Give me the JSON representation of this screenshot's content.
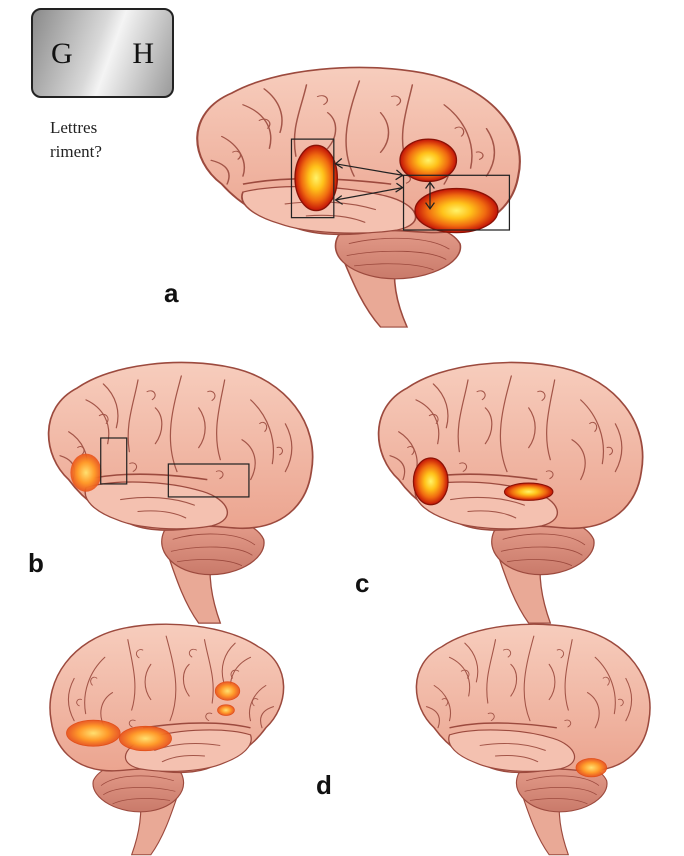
{
  "stimulus": {
    "letter_left": "G",
    "letter_right": "H",
    "question_line1": "Lettres",
    "question_line2": "riment?"
  },
  "panels": {
    "a": "a",
    "b": "b",
    "c": "c",
    "d": "d"
  },
  "colors": {
    "brain_fill": "#f2b6a4",
    "brain_stroke": "#9c4a3e",
    "activation_core": "#ffe24a",
    "activation_edge": "#d81e0a",
    "box_stroke": "#222222"
  }
}
